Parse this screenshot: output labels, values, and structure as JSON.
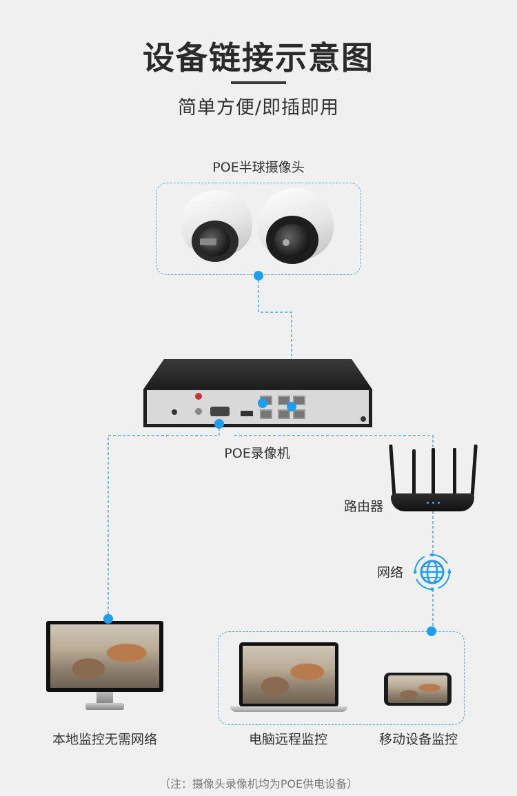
{
  "header": {
    "title": "设备链接示意图",
    "subtitle": "简单方便/即插即用"
  },
  "nodes": {
    "cameras": "POE半球摄像头",
    "nvr": "POE录像机",
    "router": "路由器",
    "network": "网络",
    "local": "本地监控无需网络",
    "pc": "电脑远程监控",
    "mobile": "移动设备监控"
  },
  "footer": {
    "note": "（注：摄像头录像机均为POE供电设备）"
  },
  "colors": {
    "accent": "#1e9ef0",
    "dash": "#4aa8e6",
    "background": "#f0f0f0"
  },
  "icons": [
    "dome-camera-icon",
    "nvr-icon",
    "router-icon",
    "globe-icon",
    "monitor-icon",
    "laptop-icon",
    "phone-icon"
  ]
}
